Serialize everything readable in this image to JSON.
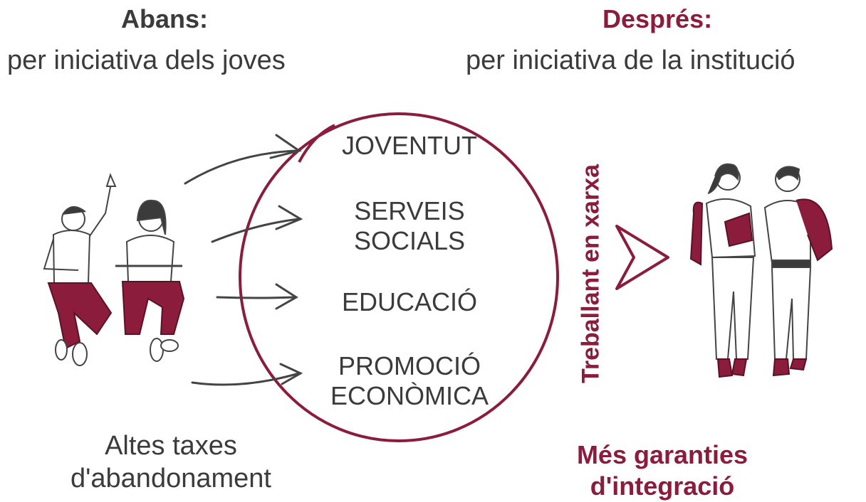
{
  "before": {
    "title": "Abans:",
    "subtitle": "per iniciativa dels joves"
  },
  "after": {
    "title": "Després:",
    "subtitle": "per iniciativa de la institució"
  },
  "services": [
    "JOVENTUT",
    "SERVEIS\nSOCIALS",
    "EDUCACIÓ",
    "PROMOCIÓ\nECONÒMICA"
  ],
  "network_label": "Treballant en xarxa",
  "left_caption": "Altes taxes\nd'abandonament",
  "right_caption": "Més garanties\nd'integració",
  "colors": {
    "accent": "#8b1c3c",
    "text": "#3b3b3b",
    "trousers": "#8b1c3c"
  },
  "icons": [
    "students-sitting-illustration",
    "students-walking-illustration",
    "arrow-right-icon",
    "chevron-right-icon"
  ]
}
